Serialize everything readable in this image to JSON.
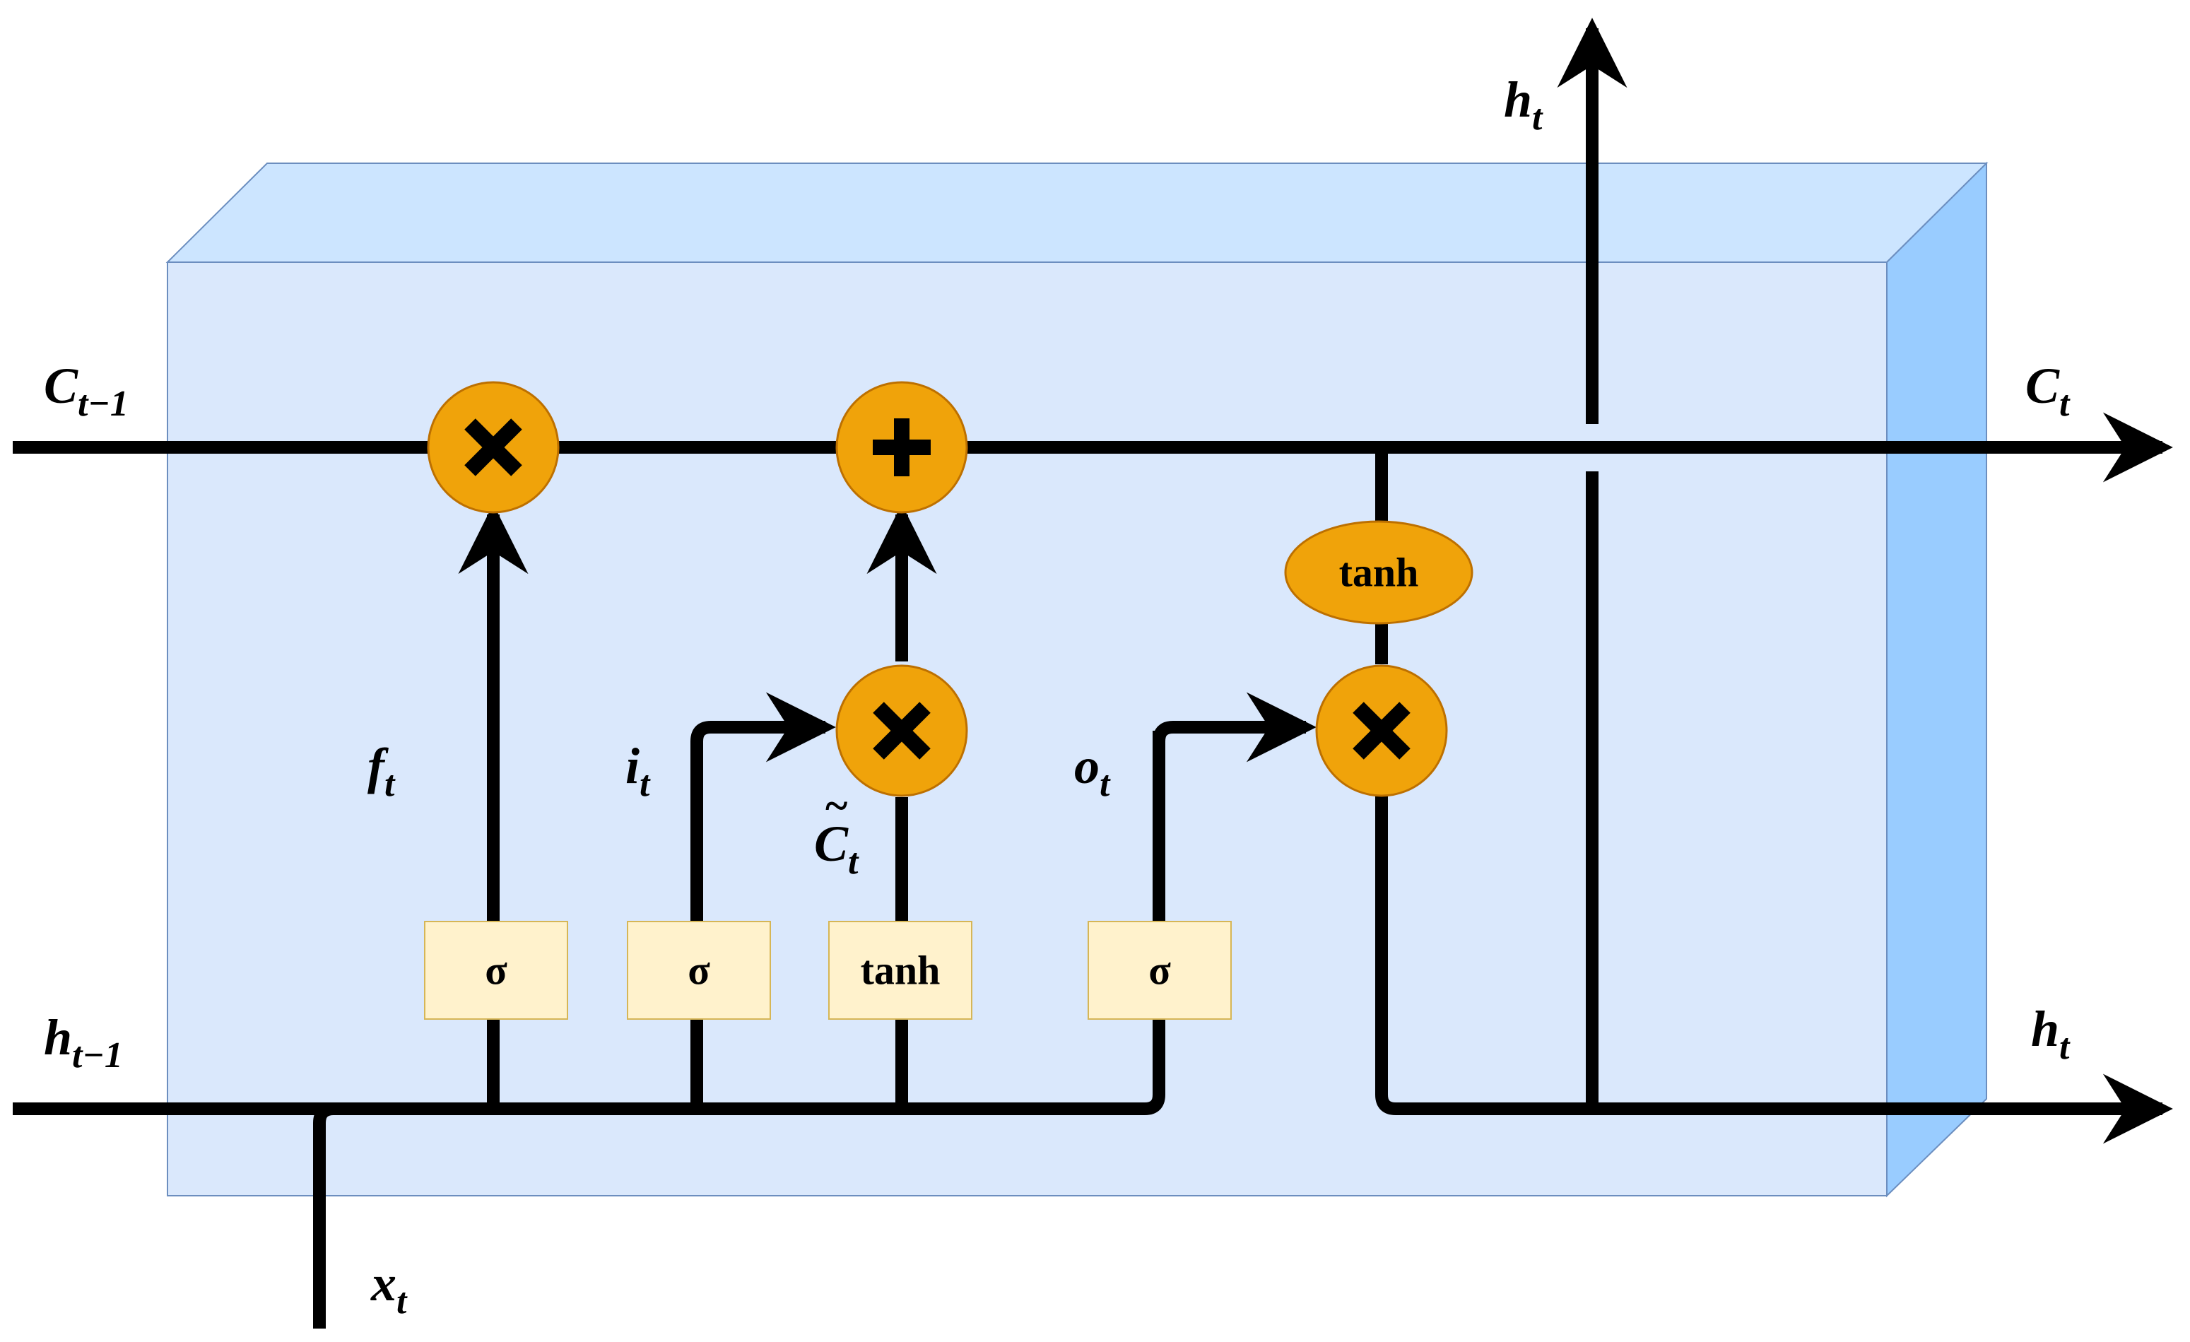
{
  "colors": {
    "front_face": "#dae8fc",
    "top_face": "#cce5ff",
    "side_face": "#99ccff",
    "face_border": "#6c8ebf",
    "operator_fill": "#f0a30a",
    "operator_border": "#bd7000",
    "gate_fill": "#fff2cc",
    "gate_border": "#d6b656",
    "line": "#000000"
  },
  "labels": {
    "c_prev": {
      "base": "C",
      "sub": "t−1"
    },
    "c_out": {
      "base": "C",
      "sub": "t"
    },
    "h_prev": {
      "base": "h",
      "sub": "t−1"
    },
    "h_out_right": {
      "base": "h",
      "sub": "t"
    },
    "h_out_top": {
      "base": "h",
      "sub": "t"
    },
    "x_in": {
      "base": "x",
      "sub": "t"
    },
    "f_gate": {
      "base": "f",
      "sub": "t"
    },
    "i_gate": {
      "base": "i",
      "sub": "t"
    },
    "o_gate": {
      "base": "o",
      "sub": "t"
    },
    "c_tilde": {
      "base": "C",
      "sub": "t",
      "accent": "~"
    }
  },
  "gates": {
    "forget": "σ",
    "input": "σ",
    "candidate": "tanh",
    "output": "σ"
  },
  "operators": {
    "forget_mult": "multiply-icon",
    "cell_add": "plus-icon",
    "input_mult": "multiply-icon",
    "output_mult": "multiply-icon",
    "cell_tanh": "tanh"
  }
}
